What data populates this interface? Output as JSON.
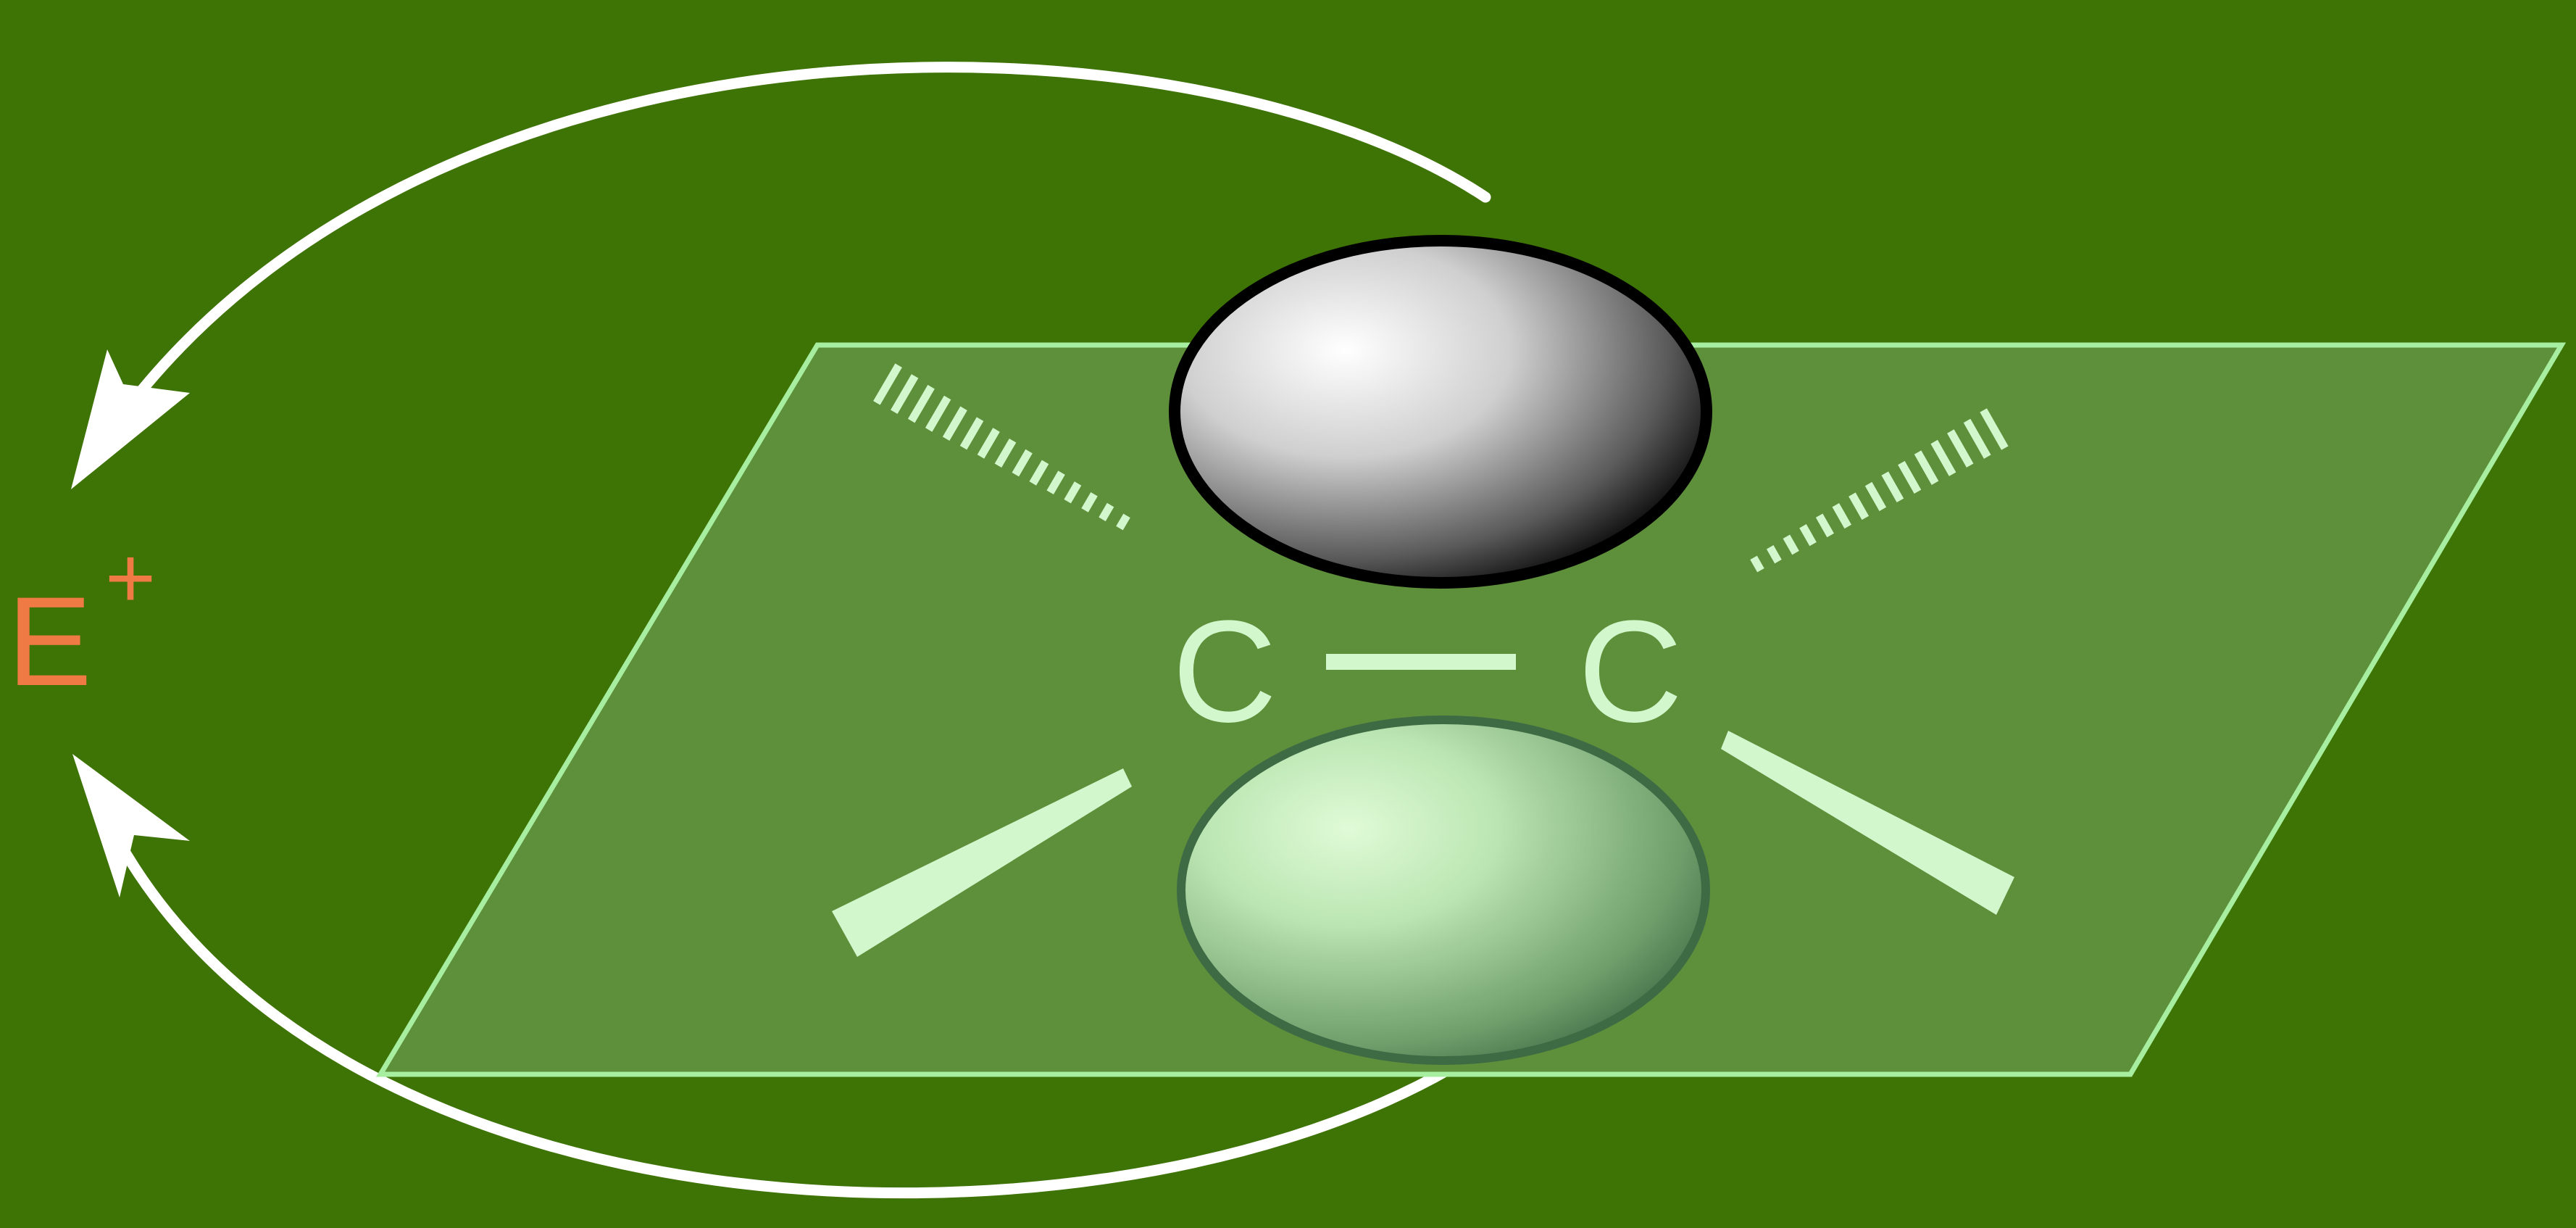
{
  "diagram": {
    "electrophile": {
      "symbol": "E",
      "charge": "+"
    },
    "atoms": {
      "left": "C",
      "right": "C"
    }
  },
  "colors": {
    "background": "#3e7305",
    "plane_fill": "#5e8f3b",
    "plane_stroke": "#a7eea0",
    "bond_and_atom_label": "#d2f7cc",
    "electrophile_label": "#ef7a44",
    "arrow": "#ffffff",
    "lobe_top_outline": "#000000",
    "lobe_bottom_outline": "#3e6a45"
  }
}
